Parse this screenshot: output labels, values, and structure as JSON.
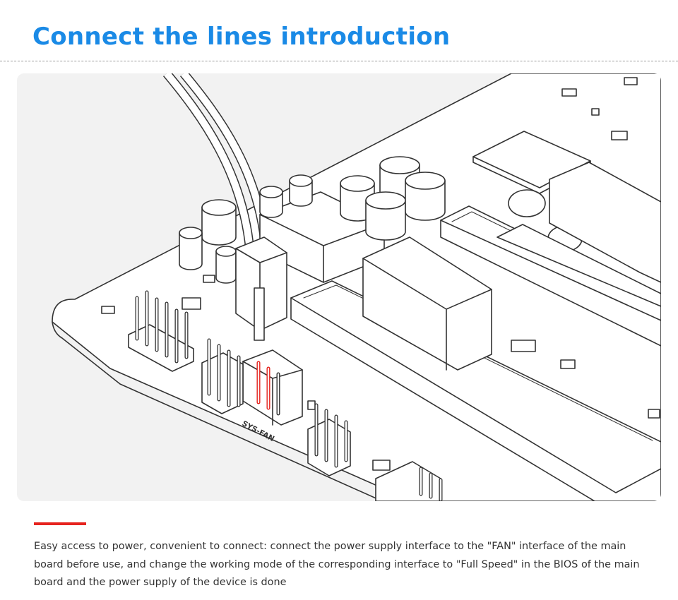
{
  "page": {
    "title": "Connect the lines introduction",
    "connector_label": "SYS-FAN",
    "description": "Easy access to power, convenient to connect: connect the power supply interface to the \"FAN\" interface of the main board before use, and change the working mode of the corresponding interface to \"Full Speed\" in the BIOS of the main board and the power supply of the device is done"
  },
  "colors": {
    "title": "#1a8ae6",
    "accent": "#e6231e",
    "illustration_background": "#f2f2f2",
    "line_art": "#333333",
    "highlight_pins": "#e6231e",
    "body_text": "#333333"
  },
  "icons": {
    "illustration": "motherboard-line-art"
  }
}
